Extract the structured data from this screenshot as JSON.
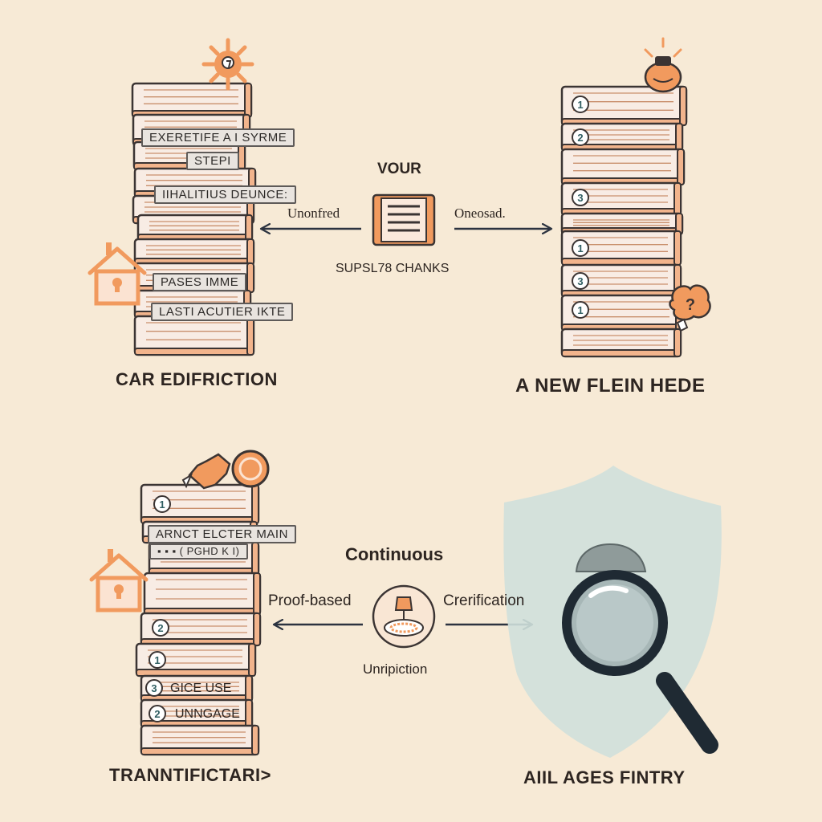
{
  "colors": {
    "background": "#f7ead6",
    "book_cover": "#f2b48c",
    "book_pages": "#f8ece4",
    "outline": "#3b3433",
    "accent_orange": "#f19a5e",
    "shield": "#cfe0dc",
    "arrow": "#2c3340"
  },
  "icons": [
    "lock-house-icon",
    "virus-icon",
    "robot-head-icon",
    "question-bubble-icon",
    "broken-badge-icon",
    "document-icon",
    "scanner-icon",
    "shield-icon",
    "magnifier-icon"
  ],
  "top_left": {
    "spine_labels": [
      "EXERETIFE  A I SYRME",
      "STEPI",
      "IIHALITIUS DEUNCE:",
      "PASES IMME",
      "LASTI ACUTIER IKTE"
    ],
    "caption": "CAR EDIFRICTION"
  },
  "top_center": {
    "title": "VOUR",
    "left_label": "Unonfred",
    "right_label": "Oneosad.",
    "bottom_label": "SUPSL78 CHANKS"
  },
  "top_right": {
    "volume_numbers": [
      "1",
      "2",
      "3",
      "1",
      "3",
      "1"
    ],
    "caption": "A NEW FLEIN HEDE"
  },
  "bottom_left": {
    "volume_numbers": [
      "1",
      "2",
      "1",
      "3",
      "2"
    ],
    "spine_labels": [
      "ARNCT ELCTER MAIN",
      "▪ ▪ ▪  ( PGHD K I)",
      "GICE USE",
      "UNNGAGE"
    ],
    "caption": "TRANNTIFICTARI>"
  },
  "bottom_center": {
    "title": "Continuous",
    "left_label": "Proof-based",
    "right_label": "Crerification",
    "bottom_label": "Unripiction"
  },
  "bottom_right": {
    "caption": "AIIL AGES FINTRY"
  }
}
